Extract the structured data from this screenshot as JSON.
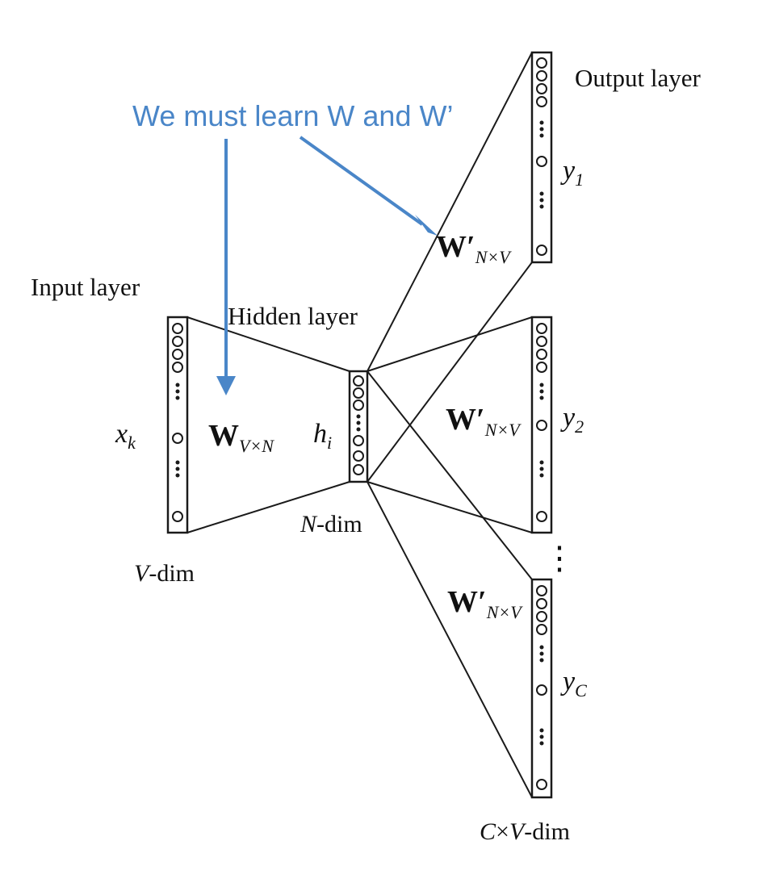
{
  "annotation": {
    "text": "We must learn W and W’",
    "color": "#4a86c8"
  },
  "labels": {
    "input_layer": "Input layer",
    "hidden_layer": "Hidden layer",
    "output_layer": "Output layer",
    "v_dim_italic": "V",
    "v_dim_rest": "-dim",
    "n_dim_italic": "N",
    "n_dim_rest": "-dim",
    "cv_dim_italic_c": "C",
    "cv_dim_times": "×",
    "cv_dim_italic_v": "V",
    "cv_dim_rest": "-dim",
    "ellipsis": "⋮"
  },
  "variables": {
    "x": "x",
    "x_sub": "k",
    "h": "h",
    "h_sub": "i",
    "y1": "y",
    "y1_sub": "1",
    "y2": "y",
    "y2_sub": "2",
    "yc": "y",
    "yc_sub": "C"
  },
  "weights": {
    "input": "W",
    "input_sub": "V×N",
    "output": "W′",
    "output_sub": "N×V"
  },
  "colors": {
    "line": "#1a1a1a",
    "annotation": "#4a86c8"
  }
}
